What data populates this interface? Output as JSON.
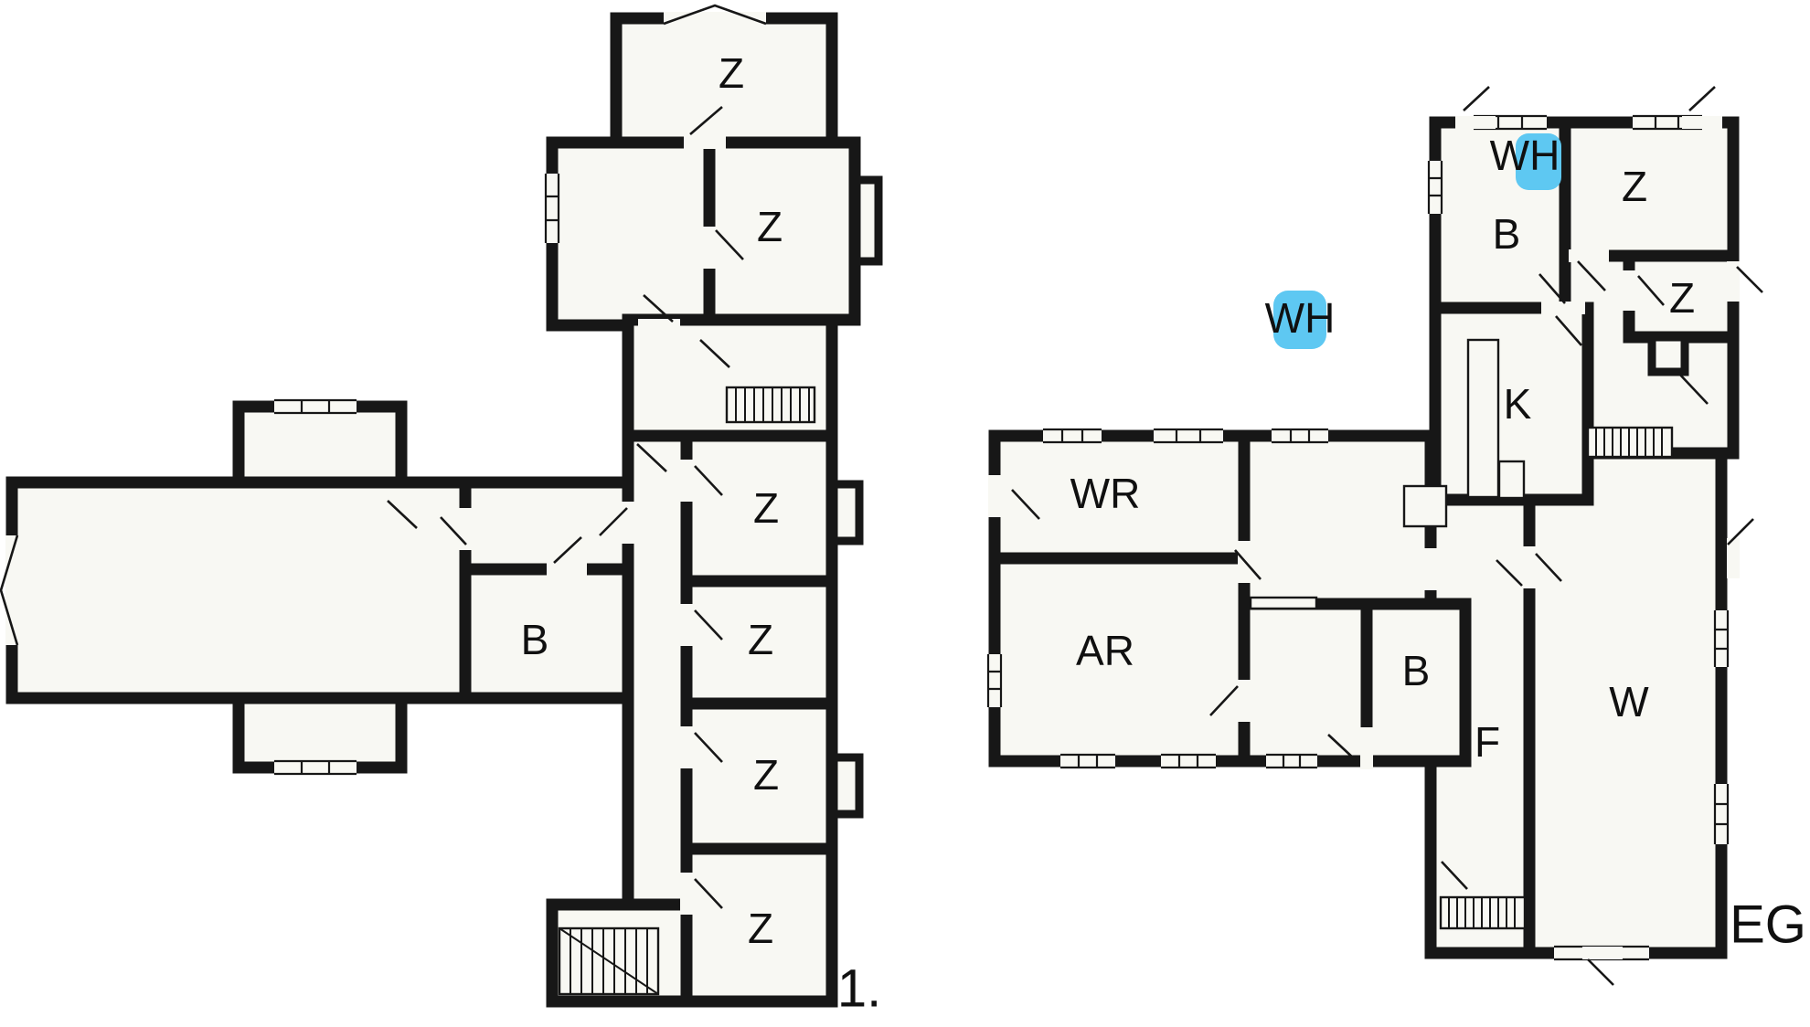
{
  "colors": {
    "wall": "#171717",
    "room_fill": "#f8f8f3",
    "highlight": "#5ec8f2",
    "background": "#ffffff"
  },
  "floor_first": {
    "floor_label": "1.",
    "room_labels": {
      "z1": "Z",
      "z2": "Z",
      "z3": "Z",
      "z4": "Z",
      "z5": "Z",
      "z6": "Z",
      "bath": "B"
    }
  },
  "floor_ground": {
    "floor_label": "EG",
    "wh_marker_top": "WH",
    "wh_marker_free": "WH",
    "room_labels": {
      "bath_top": "B",
      "z_large": "Z",
      "z_small": "Z",
      "kitchen": "K",
      "wardrobe": "WR",
      "work_room": "AR",
      "bath_lower": "B",
      "hall": "F",
      "living": "W"
    }
  }
}
